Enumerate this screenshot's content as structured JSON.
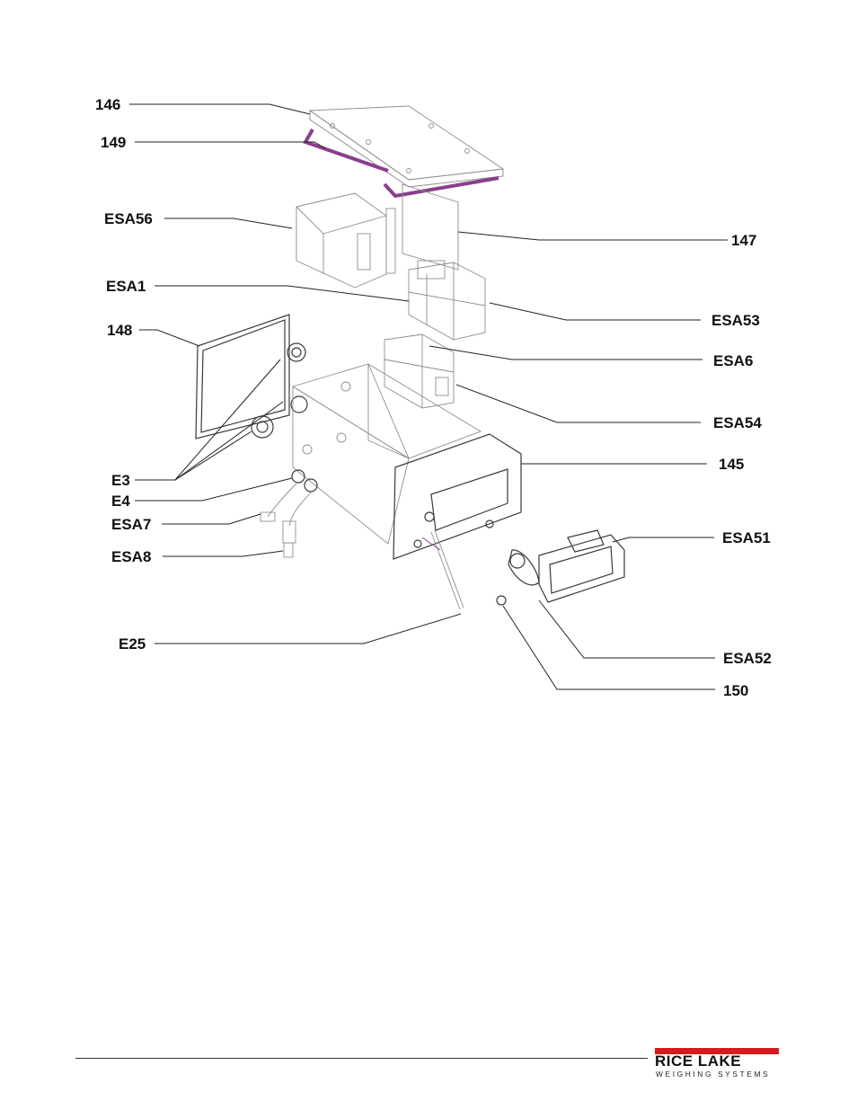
{
  "callouts": {
    "c146": "146",
    "c149": "149",
    "cESA56": "ESA56",
    "c147": "147",
    "cESA1": "ESA1",
    "cESA53": "ESA53",
    "c148": "148",
    "cESA6": "ESA6",
    "cESA54": "ESA54",
    "cE3": "E3",
    "c145": "145",
    "cE4": "E4",
    "cESA7": "ESA7",
    "cESA8": "ESA8",
    "cESA51": "ESA51",
    "cE25": "E25",
    "cESA52": "ESA52",
    "c150": "150"
  },
  "colors": {
    "gasket": "#8a3e8c",
    "logo_red": "#d71920"
  },
  "logo": {
    "name": "RICE LAKE",
    "tagline": "WEIGHING SYSTEMS"
  }
}
